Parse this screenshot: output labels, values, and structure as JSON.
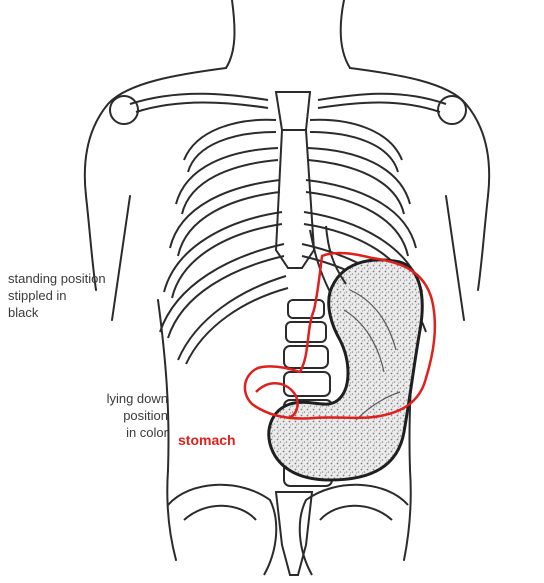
{
  "annotations": {
    "standing": [
      "standing position",
      "stippled in",
      "black"
    ],
    "lying": [
      "lying down",
      "position",
      "in color"
    ],
    "organ": "stomach"
  },
  "colors": {
    "ink": "#2b2b2b",
    "lying_outline": "#e0201c",
    "stipple": "#9a9a9a",
    "text": "#3a3a3a"
  }
}
